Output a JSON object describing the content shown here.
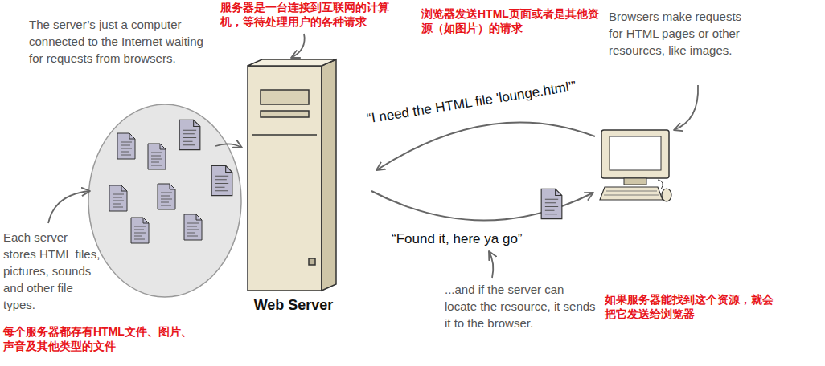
{
  "diagram": {
    "nodes": [
      {
        "text": [
          "Web Server"
        ]
      }
    ],
    "labels": [
      "The server’s just a computer connected to the Internet waiting for requests from browsers.",
      "服务器是一台连接到互联网的计算机，等待处理用户的各种请求",
      "浏览器发送HTML页面或者是其他资源（如图片）的请求",
      "Browsers make requests for HTML pages or other resources, like images.",
      "“I need the HTML file 'lounge.html'”",
      "“Found it, here ya go”",
      "Each server stores HTML files, pictures, sounds and other file types.",
      "每个服务器都存有HTML文件、图片、声音及其他类型的文件",
      "...and if the server can locate the resource, it sends it to the browser.",
      "如果服务器能找到这个资源，就会把它发送给浏览器"
    ]
  }
}
